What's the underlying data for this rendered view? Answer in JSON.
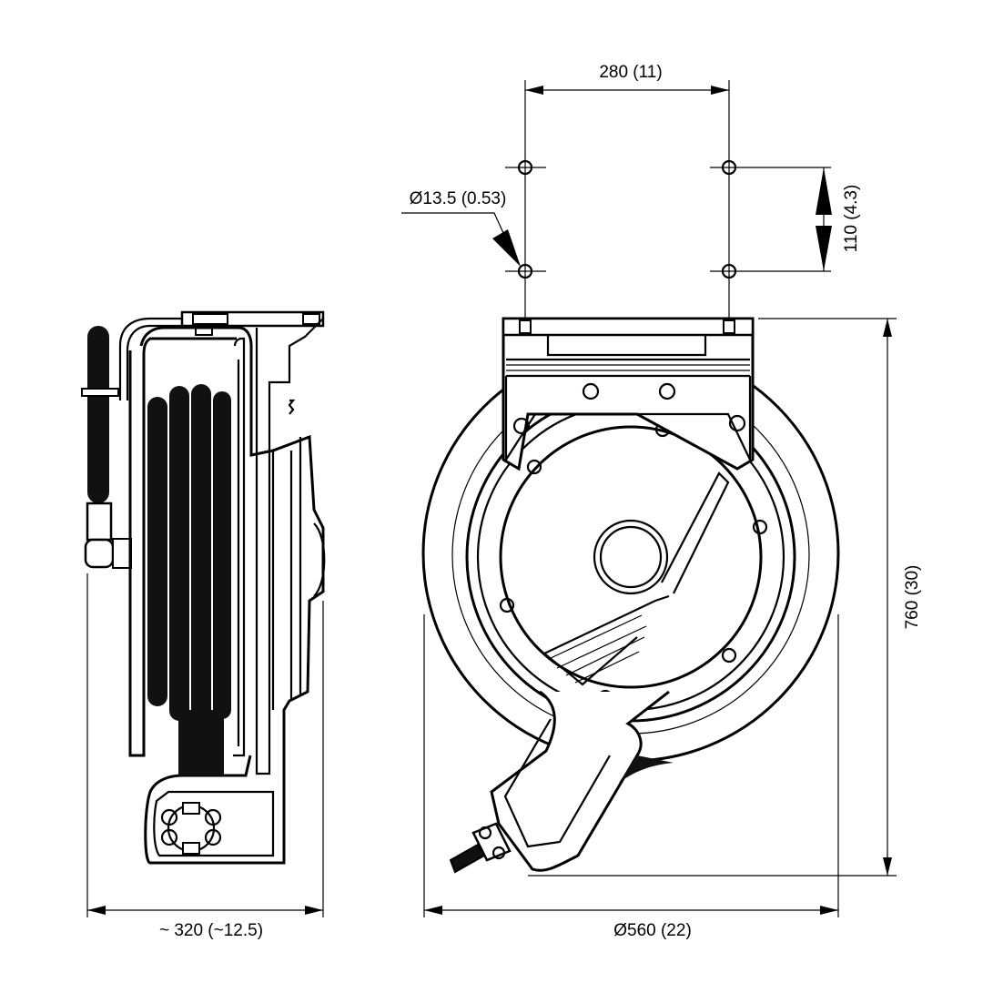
{
  "dimensions": {
    "hole_spacing_horizontal": "280 (11)",
    "hole_spacing_vertical": "110 (4.3)",
    "hole_diameter": "Ø13.5 (0.53)",
    "overall_height": "760 (30)",
    "drum_diameter": "Ø560 (22)",
    "side_depth": "~ 320 (~12.5)"
  },
  "colors": {
    "line": "#000000",
    "background": "#ffffff",
    "hose": "#111111"
  }
}
